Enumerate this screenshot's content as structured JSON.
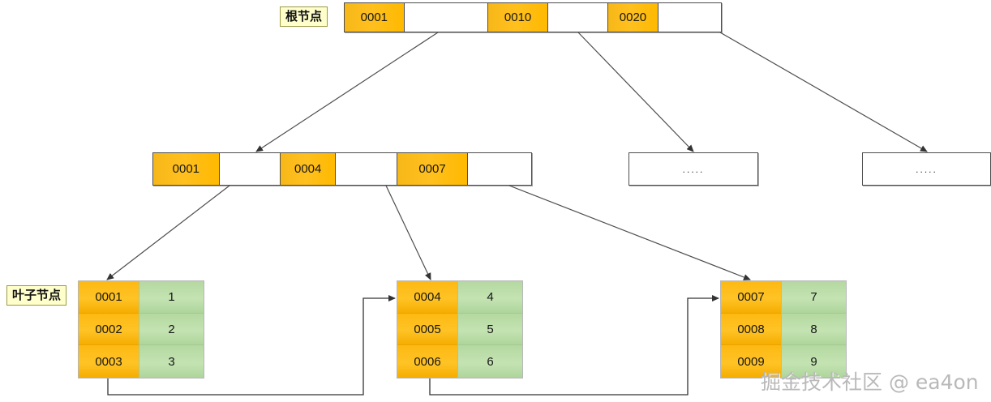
{
  "diagram": {
    "title": "B+Tree index structure",
    "colors": {
      "key_orange": "#ffc01f",
      "value_green": "#c4e3b2",
      "tag_yellow": "#ffffcc",
      "edge_gray": "#4d4d4d",
      "watermark_gray": "#b9b9b9"
    },
    "labels": {
      "root": "根节点",
      "leaf": "叶子节点"
    },
    "root_node": {
      "name": "root-node",
      "cells": [
        {
          "type": "key",
          "text": "0001"
        },
        {
          "type": "pointer",
          "text": ""
        },
        {
          "type": "key",
          "text": "0010"
        },
        {
          "type": "pointer",
          "text": ""
        },
        {
          "type": "key",
          "text": "0020"
        },
        {
          "type": "pointer",
          "text": ""
        }
      ]
    },
    "internal_node": {
      "name": "internal-node",
      "cells": [
        {
          "type": "key",
          "text": "0001"
        },
        {
          "type": "pointer",
          "text": ""
        },
        {
          "type": "key",
          "text": "0004"
        },
        {
          "type": "pointer",
          "text": ""
        },
        {
          "type": "key",
          "text": "0007"
        },
        {
          "type": "pointer",
          "text": ""
        }
      ]
    },
    "ellipsis_nodes": [
      {
        "name": "internal-node-ellipsis-1",
        "text": "....."
      },
      {
        "name": "internal-node-ellipsis-2",
        "text": "....."
      }
    ],
    "leaf_nodes": [
      {
        "name": "leaf-node-1",
        "rows": [
          {
            "key": "0001",
            "value": "1"
          },
          {
            "key": "0002",
            "value": "2"
          },
          {
            "key": "0003",
            "value": "3"
          }
        ]
      },
      {
        "name": "leaf-node-2",
        "rows": [
          {
            "key": "0004",
            "value": "4"
          },
          {
            "key": "0005",
            "value": "5"
          },
          {
            "key": "0006",
            "value": "6"
          }
        ]
      },
      {
        "name": "leaf-node-3",
        "rows": [
          {
            "key": "0007",
            "value": "7"
          },
          {
            "key": "0008",
            "value": "8"
          },
          {
            "key": "0009",
            "value": "9"
          }
        ]
      }
    ],
    "watermark": "掘金技术社区 @ ea4on"
  }
}
